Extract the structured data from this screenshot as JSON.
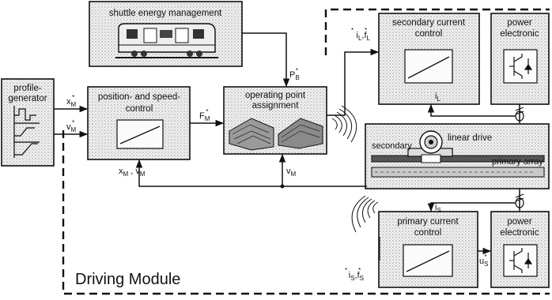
{
  "blocks": {
    "shuttle": "shuttle energy management",
    "profile_line1": "profile-",
    "profile_line2": "generator",
    "position_line1": "position- and speed-",
    "position_line2": "control",
    "operating_line1": "operating point",
    "operating_line2": "assignment",
    "secondary_current_line1": "secondary current",
    "secondary_current_line2": "control",
    "primary_current_line1": "primary current",
    "primary_current_line2": "control",
    "power_top_line1": "power",
    "power_top_line2": "electronic",
    "power_bottom_line1": "power",
    "power_bottom_line2": "electronic",
    "linear_drive": "linear drive",
    "secondary_label": "secondary",
    "primary_array": "primary array"
  },
  "signals": {
    "xm_star": "x",
    "xm_star_sub": "M",
    "vm_star": "v",
    "vm_star_sub": "M",
    "fm_star": "F",
    "fm_star_sub": "M",
    "pb_star": "P",
    "pb_star_sub": "B",
    "il_fl_star": "i",
    "il_fl_sub1": "L",
    "il_fl_mid": ",f",
    "il_fl_sub2": "L",
    "il": "i",
    "il_sub": "L",
    "is": "i",
    "is_sub": "S",
    "us_star": "u",
    "us_star_sub": "S",
    "is_fs_star": "i",
    "is_fs_sub1": "S",
    "is_fs_mid": ",f",
    "is_fs_sub2": "S",
    "xm_vm_fb": "x",
    "xm_vm_fb_sub1": "M",
    "xm_vm_fb_mid": " , v",
    "xm_vm_fb_sub2": "M",
    "vm_fb": "v",
    "vm_fb_sub": "M",
    "star": "*"
  },
  "module_label": "Driving Module"
}
